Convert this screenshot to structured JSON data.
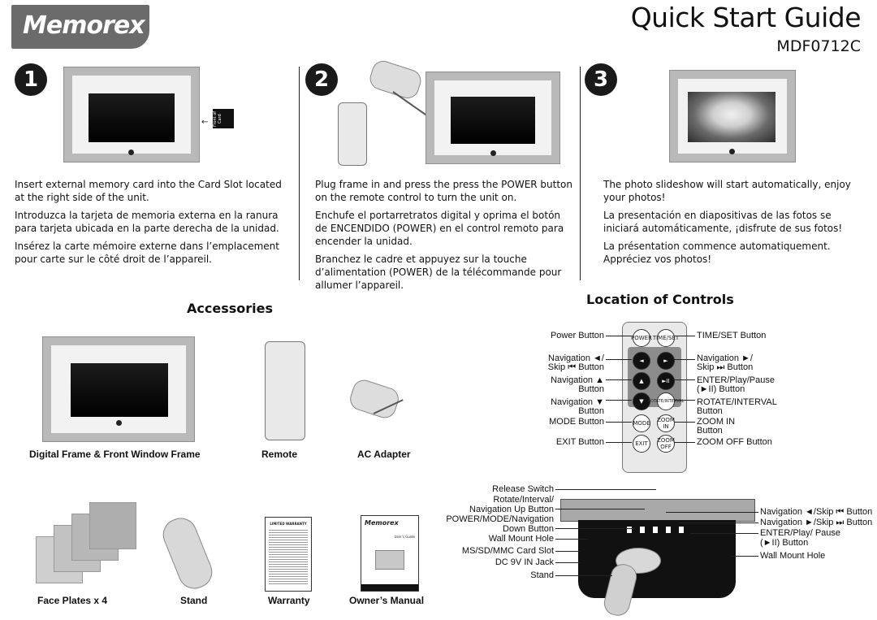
{
  "header": {
    "brand": "Memorex",
    "title": "Quick Start Guide",
    "model": "MDF0712C"
  },
  "steps": [
    {
      "number": "1",
      "paragraphs": [
        "Insert external memory card into the Card Slot located at the right side of the unit.",
        "Introduzca la tarjeta de memoria externa en la ranura para tarjeta ubicada en la parte derecha de la unidad.",
        "Insérez la carte mémoire externe dans l’emplacement pour carte sur le côté droit de l’appareil."
      ],
      "card_label": "Front of Card"
    },
    {
      "number": "2",
      "paragraphs": [
        "Plug frame in and press the press the POWER button on the remote control to turn the unit on.",
        "Enchufe el portarretratos digital y oprima el botón de ENCENDIDO (POWER) en el control remoto para encender la unidad.",
        "Branchez le cadre et appuyez sur la touche d’alimentation (POWER) de la télécommande pour allumer l’appareil."
      ]
    },
    {
      "number": "3",
      "paragraphs": [
        "The photo slideshow will start automatically, enjoy your photos!",
        "La presentación en diapositivas de las fotos se iniciará automáticamente, ¡disfrute de sus fotos!",
        "La présentation commence automatiquement. Appréciez vos photos!"
      ]
    }
  ],
  "accessories": {
    "heading": "Accessories",
    "items": [
      "Digital Frame & Front Window Frame",
      "Remote",
      "AC Adapter",
      "Face Plates x 4",
      "Stand",
      "Warranty",
      "Owner’s Manual"
    ],
    "warranty_title": "LIMITED WARRANTY",
    "manual_brand": "Memorex",
    "manual_title": "User’s Guide"
  },
  "remote_buttons": [
    "POWER",
    "TIME/SET",
    "◄",
    "►",
    "▲",
    "►II",
    "▼",
    "ROTATE/INTERVAL",
    "MODE",
    "ZOOM IN",
    "EXIT",
    "ZOOM OFF"
  ],
  "controls": {
    "heading": "Location of Controls",
    "left_labels": [
      "Power Button",
      "Navigation ◄/ Skip ⏮ Button",
      "Navigation ▲ Button",
      "Navigation ▼ Button",
      "MODE Button",
      "EXIT Button"
    ],
    "right_labels": [
      "TIME/SET Button",
      "Navigation ►/ Skip ⏭ Button",
      "ENTER/Play/Pause (►II) Button",
      "ROTATE/INTERVAL Button",
      "ZOOM IN Button",
      "ZOOM OFF Button"
    ]
  },
  "side_view": {
    "left_labels": [
      "Release Switch",
      "Rotate/Interval/ Navigation Up Button",
      "POWER/MODE/Navigation Down Button",
      "Wall Mount Hole",
      "MS/SD/MMC Card Slot",
      "DC 9V IN Jack",
      "Stand"
    ],
    "right_labels": [
      "Navigation ◄/Skip ⏮ Button",
      "Navigation ►/Skip ⏭ Button",
      "ENTER/Play/ Pause (►II) Button",
      "Wall Mount Hole"
    ]
  },
  "colors": {
    "logo_bg": "#6b6b6b",
    "frame": "#b9b9b9",
    "text": "#111111"
  }
}
